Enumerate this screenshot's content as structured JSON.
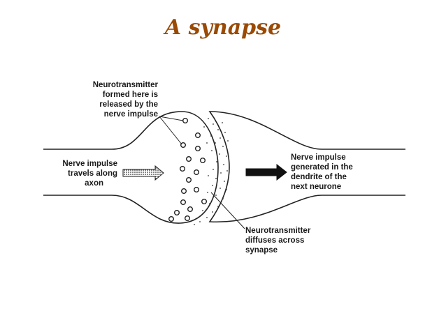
{
  "title": "A synapse",
  "labels": {
    "neurotransmitter_formed": [
      "Neurotransmitter",
      "formed here is",
      "released by the",
      "nerve impulse"
    ],
    "nerve_impulse_axon": [
      "Nerve impulse",
      "travels along",
      "axon"
    ],
    "nerve_impulse_dendrite": [
      "Nerve impulse",
      "generated in the",
      "dendrite of the",
      "next neurone"
    ],
    "neurotransmitter_diffuses": [
      "Neurotransmitter",
      "diffuses across",
      "synapse"
    ]
  },
  "colors": {
    "title": "#9a4a05",
    "line": "#222222"
  }
}
